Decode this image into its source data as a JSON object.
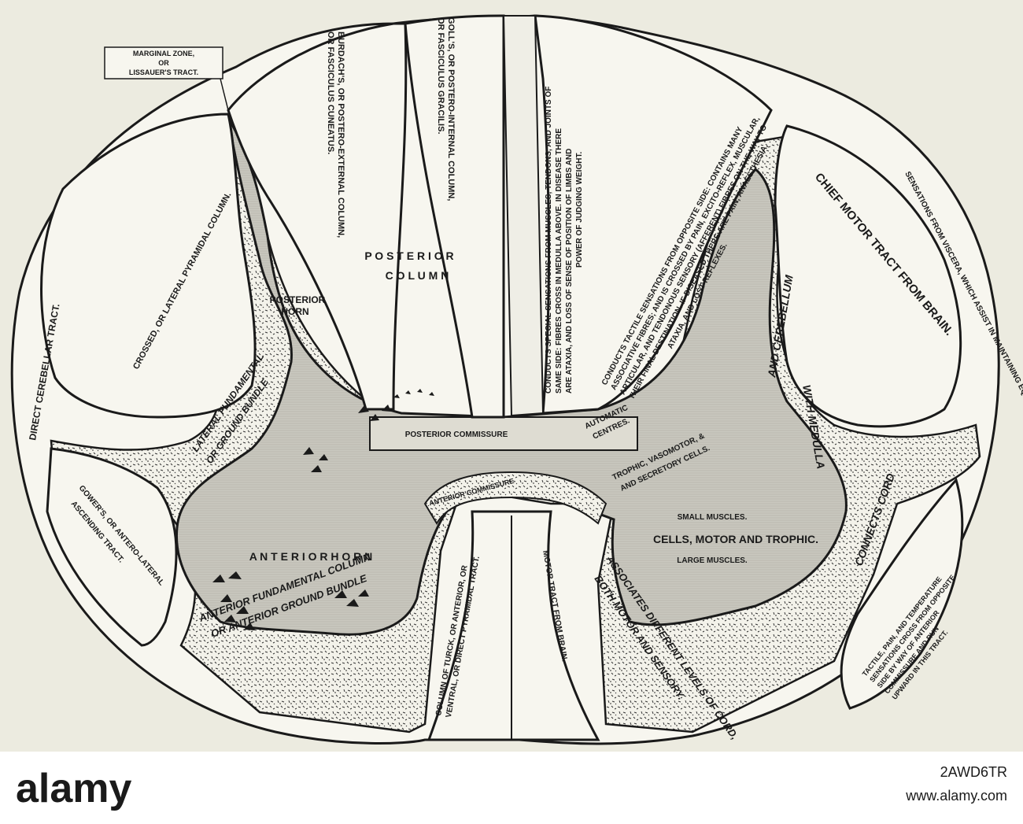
{
  "diagram": {
    "labels": {
      "marginal_zone": [
        "MARGINAL ZONE,",
        "OR",
        "LISSAUER'S TRACT."
      ],
      "burdach": [
        "BURDACH'S, OR POSTERO-EXTERNAL COLUMN,",
        "OR FASCICULUS CUNEATUS."
      ],
      "goll": [
        "GOLL'S, OR POSTERO-INTERNAL COLUMN,",
        "OR FASCICULUS GRACILIS."
      ],
      "special_sensations": [
        "CONDUCTS SPECIAL SENSATIONS FROM MUSCLES, TENDONS, AND JOINTS OF",
        "SAME SIDE: FIBRES CROSS IN MEDULLA ABOVE. IN DISEASE THERE",
        "ARE ATAXIA, AND LOSS OF SENSE OF POSITION OF LIMBS AND",
        "POWER OF JUDGING WEIGHT."
      ],
      "tactile_opposite": [
        "CONDUCTS TACTILE SENSATIONS FROM OPPOSITE SIDE: CONTAINS MANY",
        "ASSOCIATIVE FIBRES; AND IS CROSSED BY PAIN, EXCITO-REFLEX, MUSCULAR,",
        "ARTICULAR, AND TENDONOUS SENSORY (AFFERENT) FIBRES ON THE WAY TO",
        "THEIR FINAL DESTINATION. IF DISEASED THERE ARE PAIN, ANAESTHESIA,",
        "ATAXIA, AND LOST REFLEXES."
      ],
      "posterior_column": [
        "P O S T E R I O R",
        "C O L U M N"
      ],
      "posterior_horn": [
        "POSTERIOR",
        "HORN"
      ],
      "crossed_pyramidal": "CROSSED, OR LATERAL PYRAMIDAL COLUMN.",
      "direct_cerebellar": "DIRECT CEREBELLAR TRACT.",
      "lateral_bundle": [
        "LATERAL FUNDAMENTAL",
        "OR GROUND BUNDLE"
      ],
      "posterior_commissure": "POSTERIOR COMMISSURE",
      "anterior_commissure": "ANTERIOR COMMISSURE",
      "automatic_centres": [
        "AUTOMATIC",
        "CENTRES."
      ],
      "trophic_cells": [
        "TROPHIC, VASOMOTOR, &",
        "AND SECRETORY CELLS."
      ],
      "small_muscles": "SMALL MUSCLES.",
      "cells_motor": "CELLS, MOTOR AND TROPHIC.",
      "large_muscles": "LARGE MUSCLES.",
      "anterior_horn": "A N T E R I O R   H O R N",
      "gowers": [
        "GOWER'S, OR ANTERO-LATERAL",
        "ASCENDING TRACT."
      ],
      "anterior_bundle": [
        "ANTERIOR FUNDAMENTAL COLUMN",
        "OR ANTERIOR GROUND BUNDLE"
      ],
      "turck": [
        "COLUMN OF TURCK, OR ANTERIOR, OR",
        "VENTRAL, OR DIRECT PYRAMIDAL TRACT."
      ],
      "motor_tract": "MOTOR TRACT FROM BRAIN.",
      "associates": [
        "ASSOCIATES DIFFERENT LEVELS OF CORD,",
        "BOTH MOTOR AND SENSORY."
      ],
      "chief_motor": "CHIEF MOTOR TRACT FROM BRAIN.",
      "viscera": "SENSATIONS FROM VISCERA, WHICH ASSIST IN MAINTAINING EQUILIBRIUM.",
      "medulla_cerebellum": [
        "AND CEREBELLUM",
        "WITH MEDULLA"
      ],
      "connects_cord": "CONNECTS CORD",
      "tactile_pain": [
        "TACTILE, PAIN, AND TEMPERATURE",
        "SENSATIONS CROSS FROM OPPOSITE",
        "SIDE BY WAY OF ANTERIOR",
        "COMMISSURE AND RUN",
        "UPWARD IN THIS TRACT."
      ]
    }
  },
  "footer": {
    "watermark": "alamy",
    "image_id": "2AWD6TR",
    "url": "www.alamy.com",
    "bg_color": "#ffffff",
    "ink_color": "#1a1a1a",
    "paper_color": "#ecebe0"
  }
}
